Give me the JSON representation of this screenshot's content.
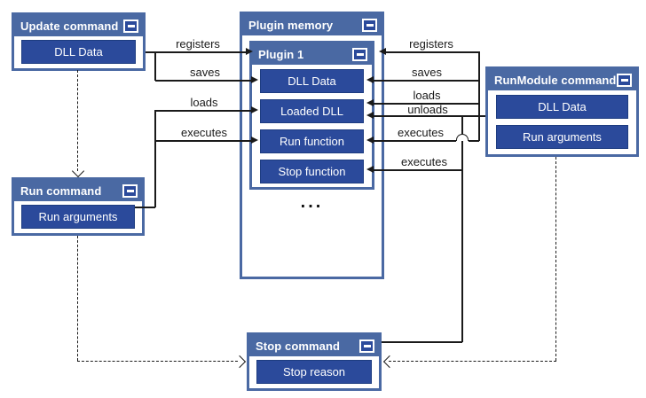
{
  "windows": {
    "update": {
      "title": "Update command",
      "item1": "DLL Data"
    },
    "plugin_memory": {
      "title": "Plugin memory",
      "ellipsis": "..."
    },
    "plugin1": {
      "title": "Plugin 1",
      "item1": "DLL Data",
      "item2": "Loaded DLL",
      "item3": "Run function",
      "item4": "Stop function"
    },
    "runmodule": {
      "title": "RunModule command",
      "item1": "DLL Data",
      "item2": "Run arguments"
    },
    "run": {
      "title": "Run command",
      "item1": "Run arguments"
    },
    "stop": {
      "title": "Stop command",
      "item1": "Stop reason"
    }
  },
  "edge_labels": {
    "left_registers": "registers",
    "left_saves": "saves",
    "left_loads": "loads",
    "left_executes": "executes",
    "right_registers": "registers",
    "right_saves": "saves",
    "right_loads": "loads",
    "right_unloads": "unloads",
    "right_executes_run": "executes",
    "right_executes_stop": "executes"
  },
  "colors": {
    "titlebar": "#4a69a3",
    "node": "#2b4a9b",
    "line": "#1a1a1a",
    "background": "#ffffff"
  }
}
